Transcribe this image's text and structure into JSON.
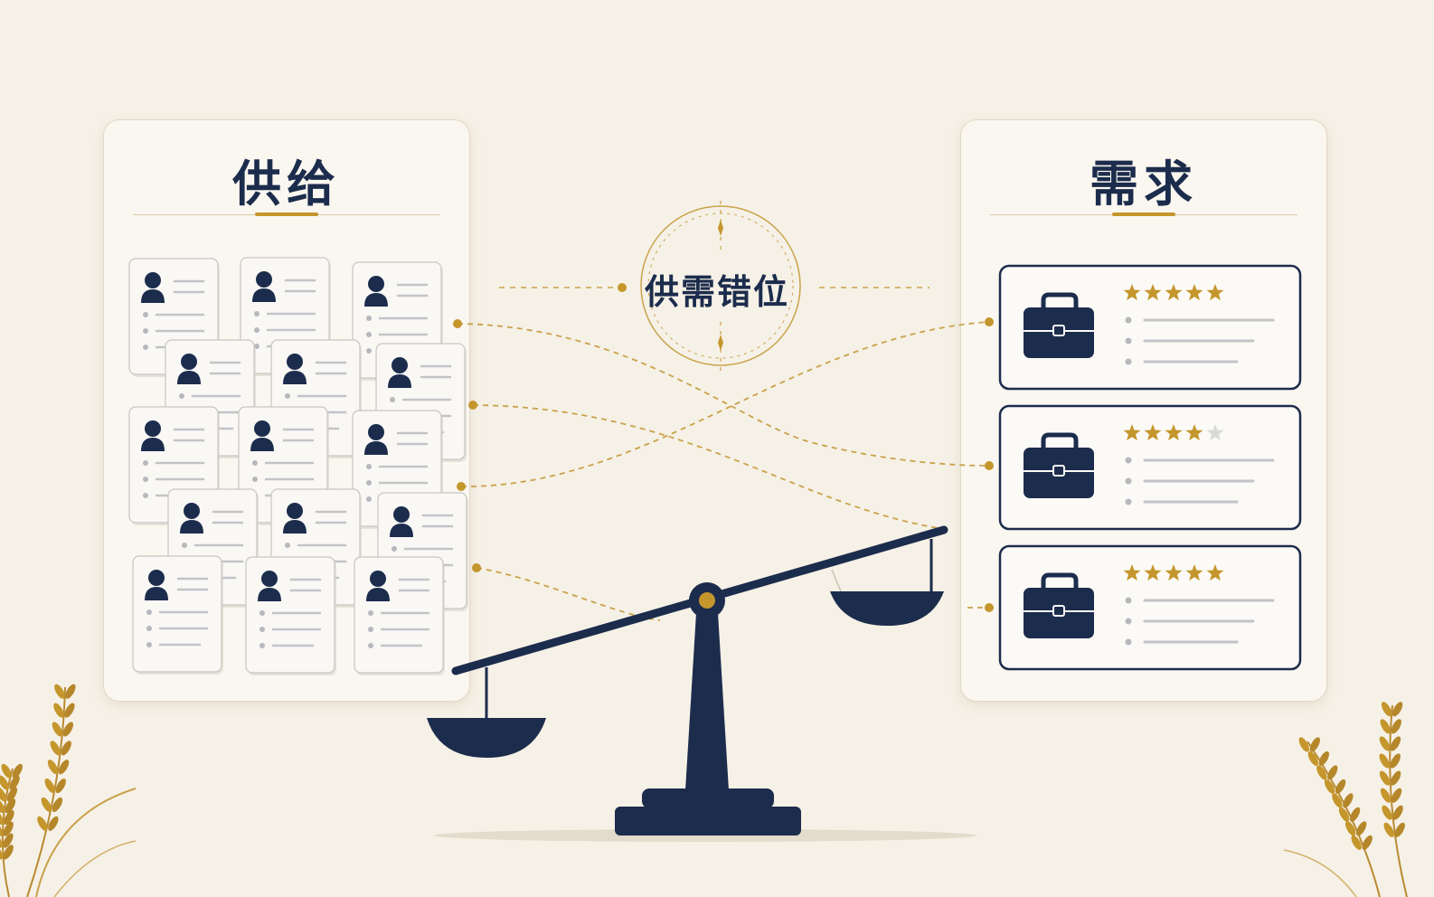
{
  "supply": {
    "title": "供给",
    "resume_count": 16
  },
  "demand": {
    "title": "需求",
    "jobs": [
      {
        "rating": 5,
        "max_rating": 5
      },
      {
        "rating": 4,
        "max_rating": 5
      },
      {
        "rating": 5,
        "max_rating": 5
      }
    ]
  },
  "center": {
    "label": "供需错位"
  },
  "colors": {
    "navy": "#1c2c4c",
    "gold": "#c4962c",
    "background": "#f6f1e7",
    "panel": "#faf7f0",
    "star_empty": "#d9d9d9"
  },
  "icons": {
    "resume": "person-icon",
    "job": "briefcase-icon",
    "rating": "star-icon",
    "balance": "balance-scale-icon",
    "decoration": "wheat-icon"
  }
}
